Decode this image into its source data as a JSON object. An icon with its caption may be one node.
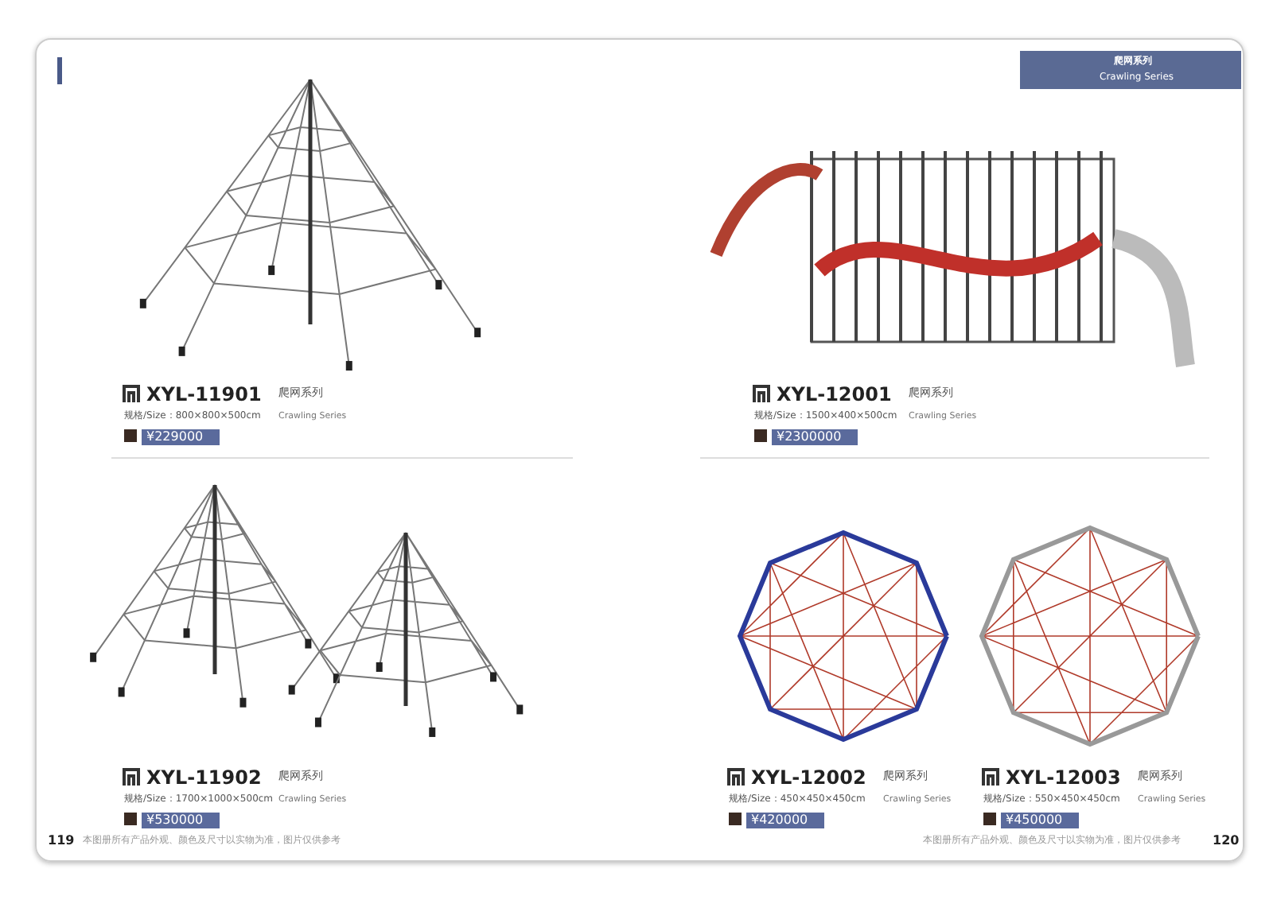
{
  "diagram": {
    "labels": [
      "爬网系列",
      "Crawling Series",
      "XYL-11901",
      "爬网系列",
      "规格/Size：800×800×500cm",
      "Crawling Series",
      "¥229000",
      "XYL-12001",
      "爬网系列",
      "规格/Size：1500×400×500cm",
      "Crawling Series",
      "¥2300000",
      "XYL-11902",
      "爬网系列",
      "规格/Size：1700×1000×500cm",
      "Crawling Series",
      "¥530000",
      "XYL-12002",
      "爬网系列",
      "规格/Size：450×450×450cm",
      "Crawling Series",
      "¥420000",
      "XYL-12003",
      "爬网系列",
      "规格/Size：550×450×450cm",
      "Crawling Series",
      "¥450000",
      "119",
      "本图册所有产品外观、颜色及尺寸以实物为准，图片仅供参考",
      "本图册所有产品外观、颜色及尺寸以实物为准，图片仅供参考",
      "120"
    ]
  }
}
